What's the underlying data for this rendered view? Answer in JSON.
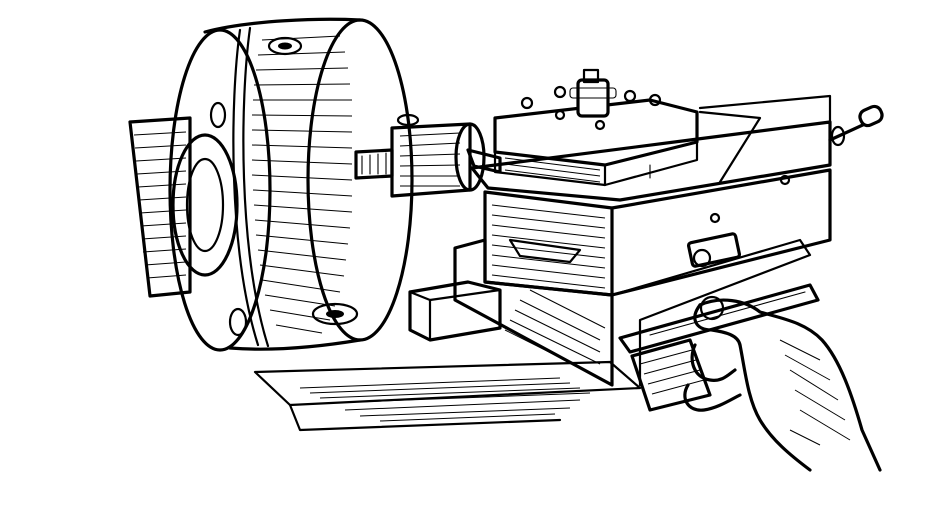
{
  "figure": {
    "background_color": "#ffffff",
    "ink_color": "#000000",
    "style": "black-and-white line engraving",
    "depicted_parts": [
      "headstock-spindle",
      "lathe-chuck",
      "chuck-jaw",
      "workpiece",
      "tool-post",
      "compound-rest",
      "cross-slide",
      "saddle",
      "lathe-bed",
      "cross-feed-handle",
      "depth-gauge-rule",
      "operator-hand"
    ]
  }
}
